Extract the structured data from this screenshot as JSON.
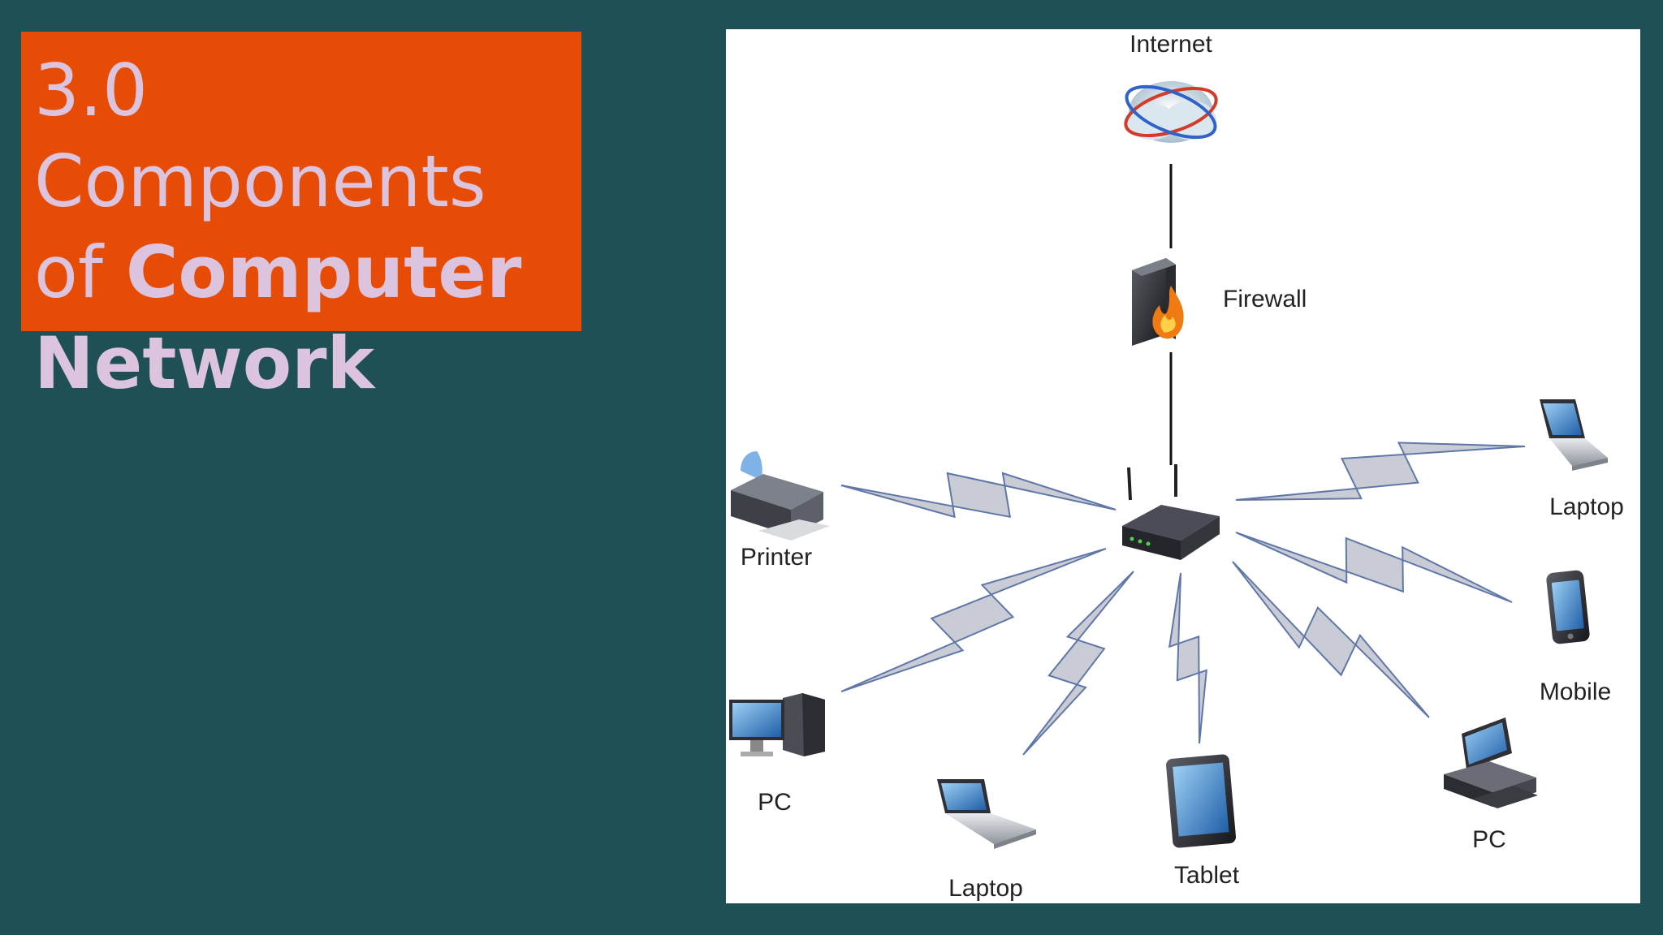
{
  "slide": {
    "title_line1": "3.0",
    "title_line2": "Components",
    "title_line3_prefix": "of",
    "title_line3_bold": "Computer",
    "title_line4_bold": "Network"
  },
  "diagram": {
    "nodes": {
      "internet": {
        "label": "Internet",
        "icon": "cloud-globe-icon"
      },
      "firewall": {
        "label": "Firewall",
        "icon": "firewall-icon"
      },
      "router": {
        "label": "",
        "icon": "wireless-router-icon"
      },
      "printer": {
        "label": "Printer",
        "icon": "printer-icon"
      },
      "laptop_right": {
        "label": "Laptop",
        "icon": "laptop-icon"
      },
      "mobile": {
        "label": "Mobile",
        "icon": "mobile-phone-icon"
      },
      "pc_left": {
        "label": "PC",
        "icon": "desktop-pc-icon"
      },
      "laptop_bottom": {
        "label": "Laptop",
        "icon": "laptop-icon"
      },
      "tablet": {
        "label": "Tablet",
        "icon": "tablet-icon"
      },
      "pc_right": {
        "label": "PC",
        "icon": "desktop-pc-icon"
      }
    },
    "colors": {
      "background": "#1f5055",
      "title_box": "#e64c05",
      "title_text": "#dcc4df",
      "wireless_bolt_fill": "#c9ccd4",
      "wireless_bolt_stroke": "#5f77a8"
    }
  }
}
